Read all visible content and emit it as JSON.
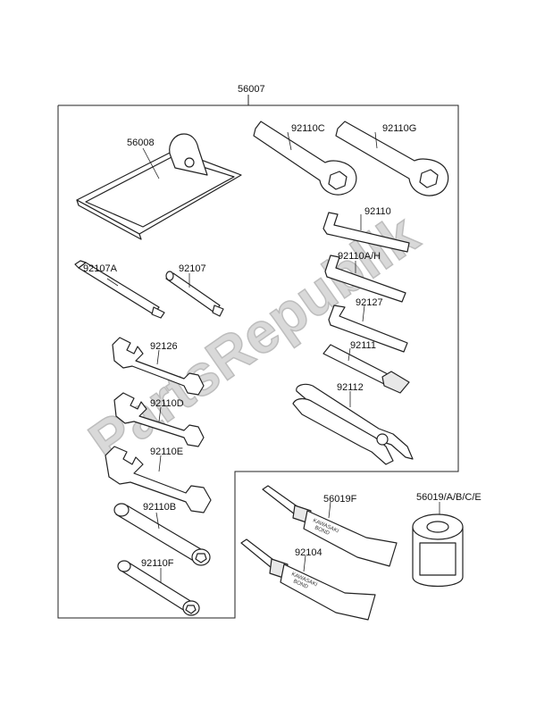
{
  "watermark": "PartsRepublik",
  "brand_on_tube": "KAWASAKI",
  "tube_text": "BOND",
  "labels": {
    "kit": "56007",
    "pouch": "56008",
    "driver_a": "92107A",
    "driver_b": "92107",
    "wrench_92126": "92126",
    "wrench_92110D": "92110D",
    "wrench_92110E": "92110E",
    "socket_92110B": "92110B",
    "socket_92110F": "92110F",
    "ring_92110C": "92110C",
    "ring_92110G": "92110G",
    "hex_92110": "92110",
    "hex_92110AH": "92110A/H",
    "hex_92127": "92127",
    "handle_92111": "92111",
    "pliers_92112": "92112",
    "bond_56019F": "56019F",
    "bond_92104": "92104",
    "can_56019": "56019/A/B/C/E"
  }
}
